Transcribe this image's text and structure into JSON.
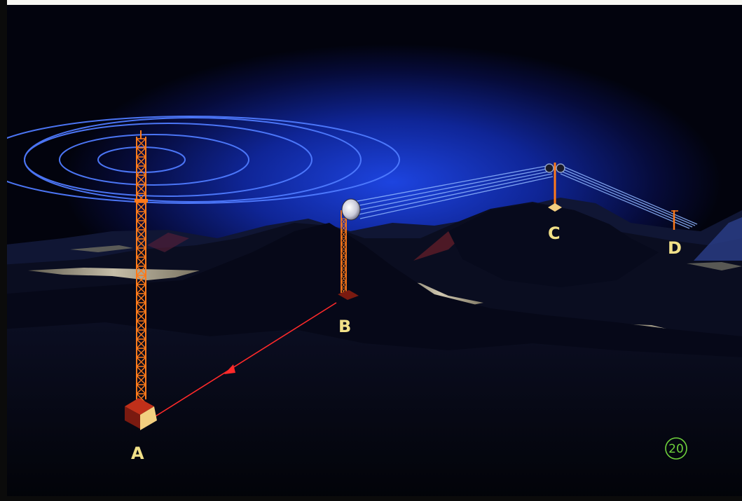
{
  "stations": [
    {
      "id": "A",
      "label": "A"
    },
    {
      "id": "B",
      "label": "B"
    },
    {
      "id": "C",
      "label": "C"
    },
    {
      "id": "D",
      "label": "D"
    }
  ],
  "page_number": "20",
  "colors": {
    "background": "#02030d",
    "sky_glow": "#1536c8",
    "tower": "#ff7a1a",
    "radio_wave": "#4f7bff",
    "relay_beam": "#8fb6ff",
    "cable": "#ff2a2a",
    "label": "#f1e088",
    "page_number": "#6fd23c"
  },
  "icons": [
    "lattice-tower",
    "parabolic-dish",
    "building",
    "arrowhead"
  ]
}
